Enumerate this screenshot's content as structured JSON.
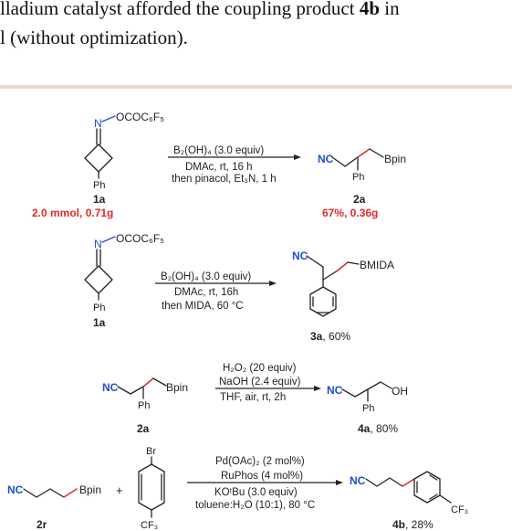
{
  "intro": {
    "line1_pre": "lladium catalyst afforded the coupling product ",
    "line1_bold": "4b",
    "line1_post": " in",
    "line2": "l (without optimization)."
  },
  "colors": {
    "nitrogen_blue": "#1f4fd0",
    "highlight_red": "#e02a2a",
    "rule_beige": "#e5dccb"
  },
  "scheme": {
    "r1": {
      "substituent": "OCOC₆F₅",
      "ph": "Ph",
      "label": "1a",
      "scale": "2.0 mmol, 0.71g",
      "cond1": "B₂(OH)₄ (3.0 equiv)",
      "cond2": "DMAc, rt, 16 h",
      "cond3": "then pinacol, Et₃N, 1 h",
      "prod_nc": "NC",
      "prod_b": "Bpin",
      "prod_ph": "Ph",
      "prod_label": "2a",
      "prod_yield": "67%, 0.36g"
    },
    "r2": {
      "substituent": "OCOC₆F₅",
      "ph": "Ph",
      "label": "1a",
      "cond1": "B₂(OH)₄ (3.0 equiv)",
      "cond2": "DMAc, rt, 16h",
      "cond3": "then MIDA, 60 °C",
      "prod_nc": "NC",
      "prod_b": "BMIDA",
      "prod_label": "3a",
      "prod_yield": ", 60%"
    },
    "r3": {
      "sm_nc": "NC",
      "sm_b": "Bpin",
      "sm_ph": "Ph",
      "sm_label": "2a",
      "cond1": "H₂O₂ (20 equiv)",
      "cond2": "NaOH (2.4 equiv)",
      "cond3": "THF, air, rt, 2h",
      "prod_nc": "NC",
      "prod_oh": "OH",
      "prod_ph": "Ph",
      "prod_label": "4a",
      "prod_yield": ", 80%"
    },
    "r4": {
      "sm_nc": "NC",
      "sm_b": "Bpin",
      "sm_label": "2r",
      "plus": "+",
      "br": "Br",
      "cf3": "CF₃",
      "cond1": "Pd(OAc)₂ (2 mol%)",
      "cond2": "RuPhos (4 mol%)",
      "cond3": "KOᵗBu (3.0 equiv)",
      "cond4": "toluene:H₂O (10:1), 80 °C",
      "prod_nc": "NC",
      "prod_cf3": "CF₃",
      "prod_label": "4b",
      "prod_yield": ", 28%"
    }
  }
}
